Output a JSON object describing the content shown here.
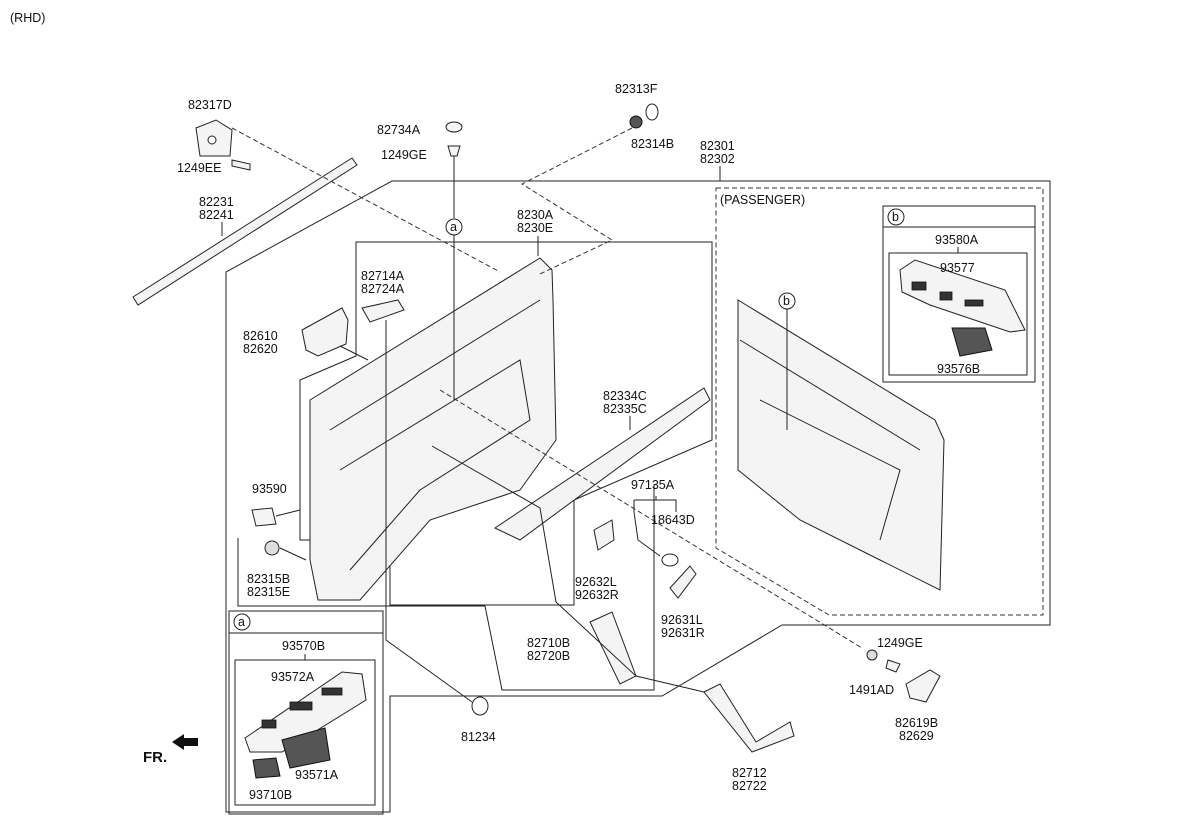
{
  "header": {
    "variant": "(RHD)"
  },
  "labels": {
    "p82317D": "82317D",
    "p1249EE": "1249EE",
    "p82231": "82231",
    "p82241": "82241",
    "p82734A": "82734A",
    "p1249GE_top": "1249GE",
    "p82313F": "82313F",
    "p82314B": "82314B",
    "p82301": "82301",
    "p82302": "82302",
    "p8230A": "8230A",
    "p8230E": "8230E",
    "p82714A": "82714A",
    "p82724A": "82724A",
    "p82610": "82610",
    "p82620": "82620",
    "p82334C": "82334C",
    "p82335C": "82335C",
    "p93590": "93590",
    "p97135A": "97135A",
    "p18643D": "18643D",
    "p82315B": "82315B",
    "p82315E": "82315E",
    "p92632L": "92632L",
    "p92632R": "92632R",
    "p92631L": "92631L",
    "p92631R": "92631R",
    "p82710B": "82710B",
    "p82720B": "82720B",
    "p1249GE_right": "1249GE",
    "p1491AD": "1491AD",
    "p82619B": "82619B",
    "p82629": "82629",
    "p81234": "81234",
    "p82712": "82712",
    "p82722": "82722",
    "p93570B": "93570B",
    "p93572A": "93572A",
    "p93571A": "93571A",
    "p93710B": "93710B",
    "p93580A": "93580A",
    "p93577": "93577",
    "p93576B": "93576B"
  },
  "passenger": {
    "title": "(PASSENGER)"
  },
  "callouts": {
    "a": "a",
    "b": "b"
  },
  "direction": {
    "fr": "FR."
  }
}
